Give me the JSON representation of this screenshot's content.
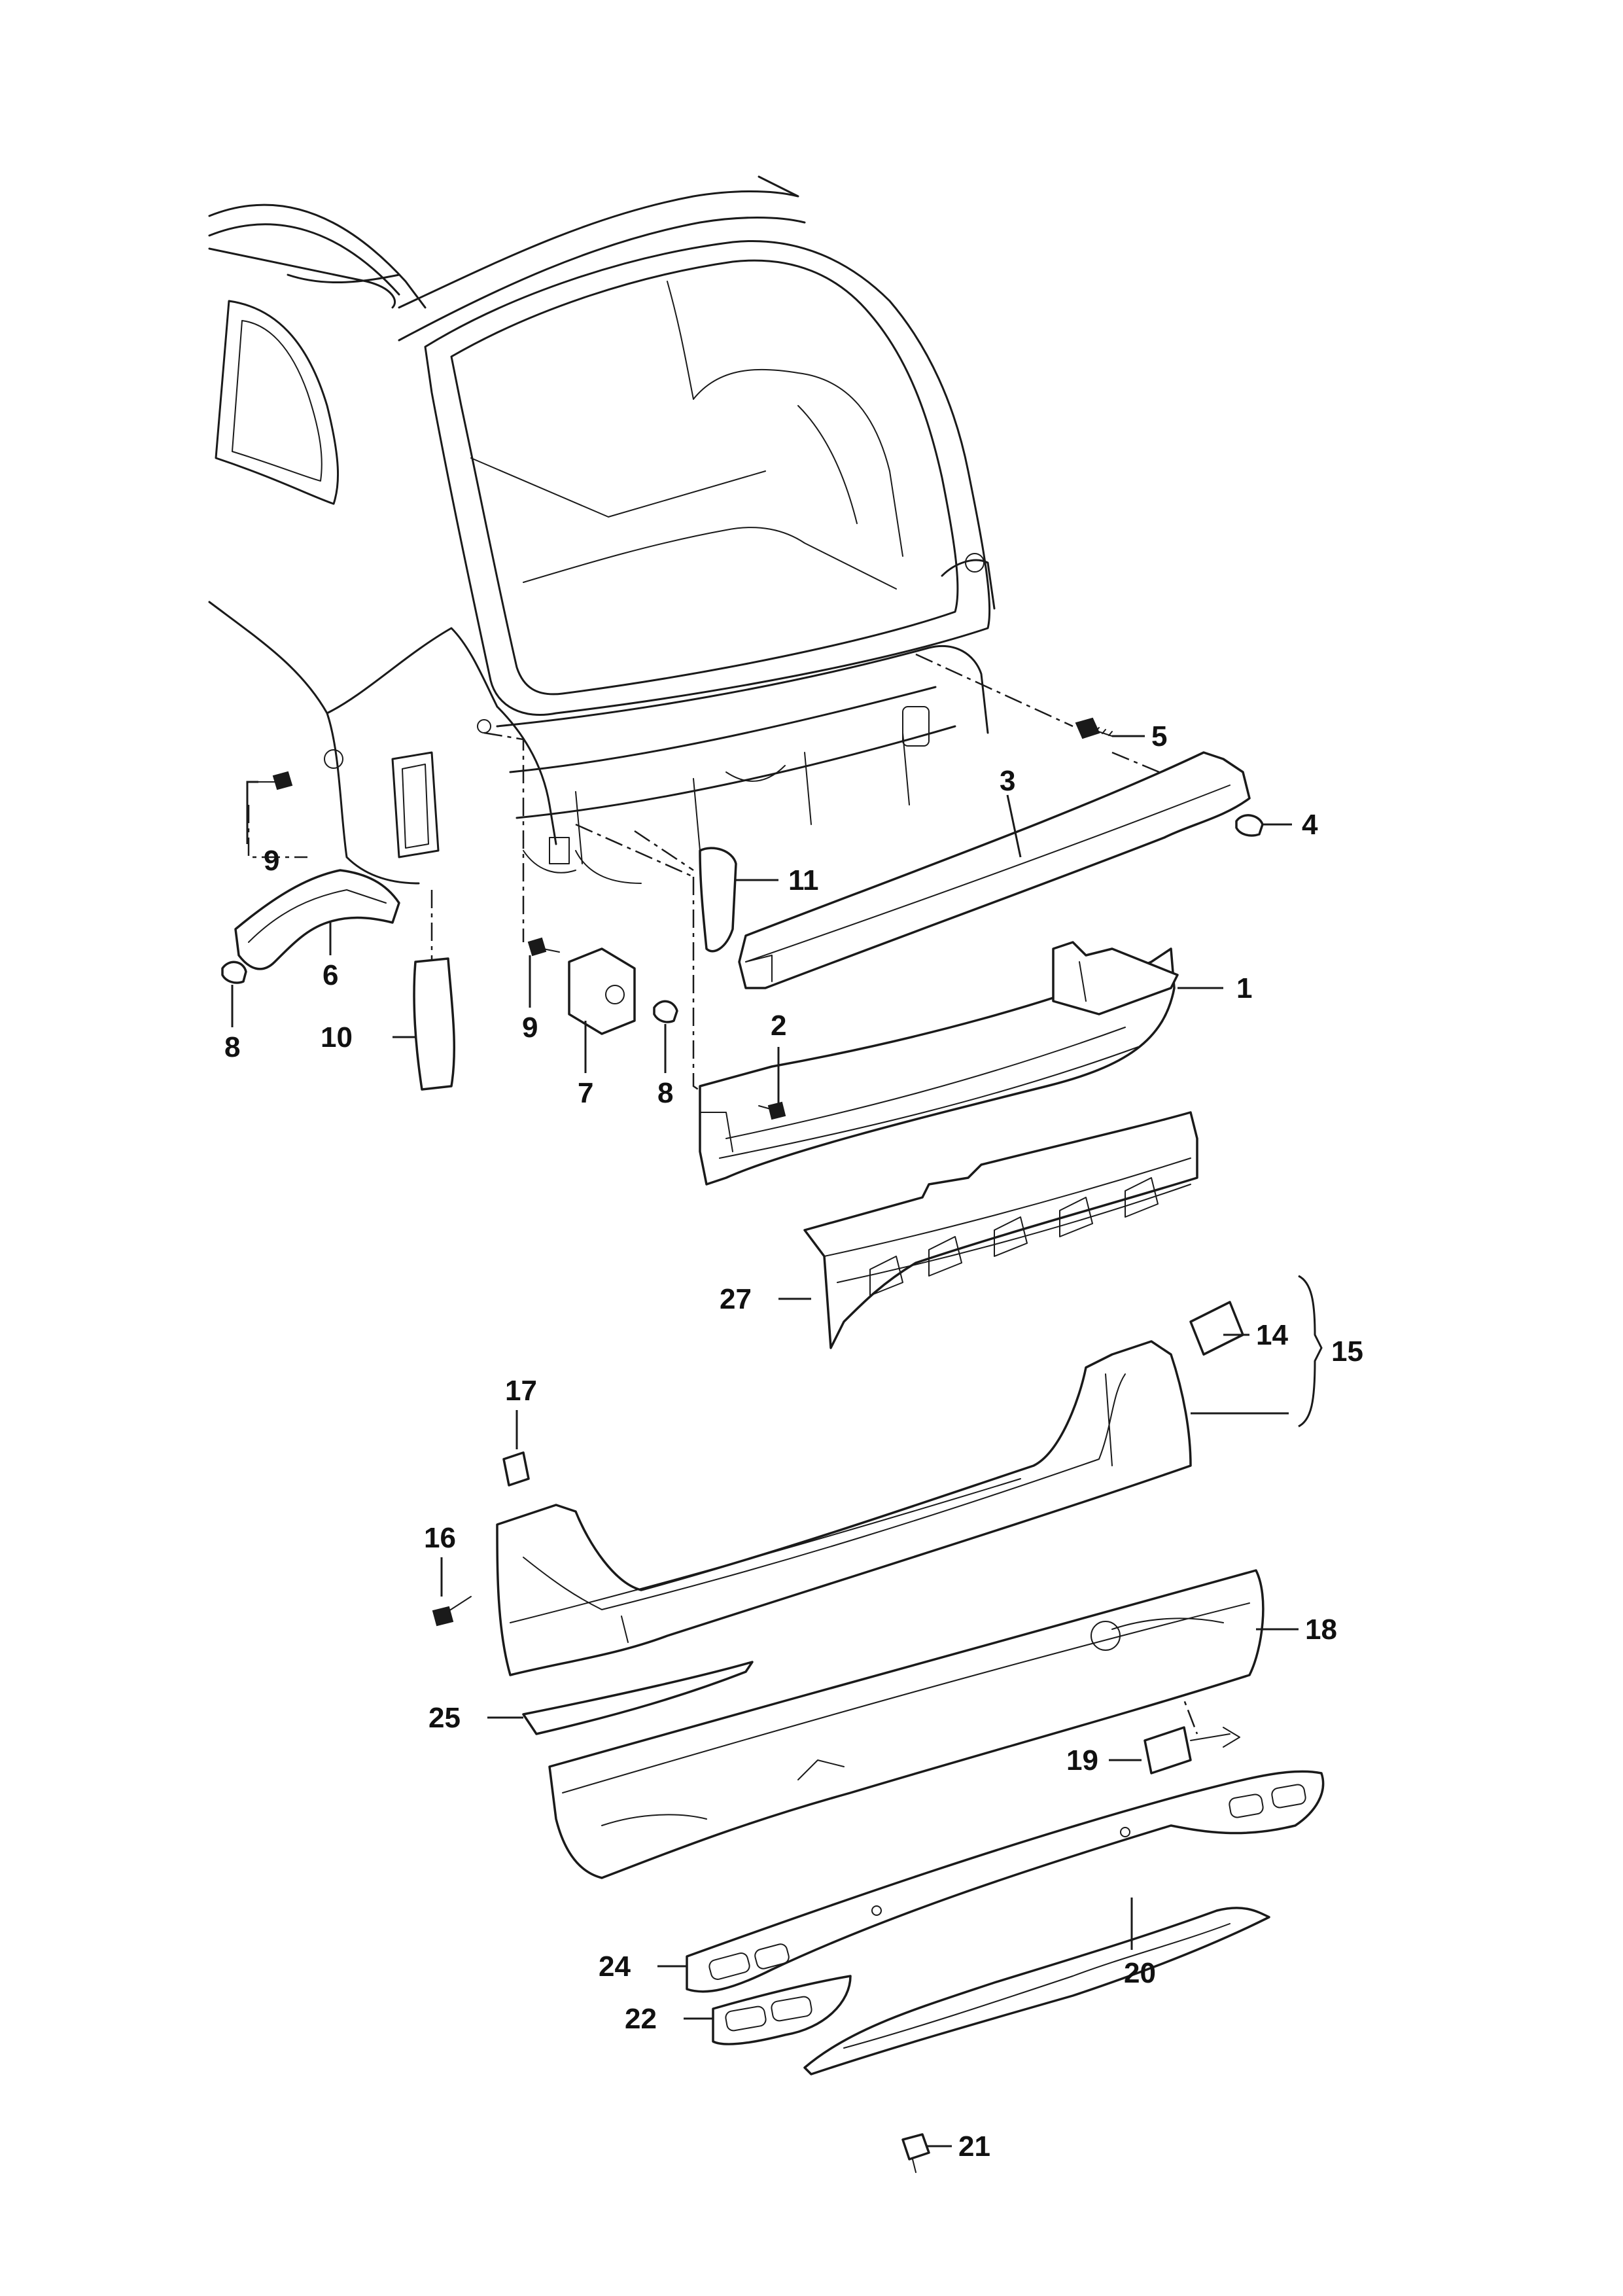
{
  "diagram": {
    "callouts": [
      {
        "id": "c1",
        "label": "1"
      },
      {
        "id": "c2",
        "label": "2"
      },
      {
        "id": "c3",
        "label": "3"
      },
      {
        "id": "c4",
        "label": "4"
      },
      {
        "id": "c5",
        "label": "5"
      },
      {
        "id": "c6",
        "label": "6"
      },
      {
        "id": "c7",
        "label": "7"
      },
      {
        "id": "c8a",
        "label": "8"
      },
      {
        "id": "c8b",
        "label": "8"
      },
      {
        "id": "c9a",
        "label": "9"
      },
      {
        "id": "c9b",
        "label": "9"
      },
      {
        "id": "c10",
        "label": "10"
      },
      {
        "id": "c11",
        "label": "11"
      },
      {
        "id": "c14",
        "label": "14"
      },
      {
        "id": "c15",
        "label": "15"
      },
      {
        "id": "c16",
        "label": "16"
      },
      {
        "id": "c17",
        "label": "17"
      },
      {
        "id": "c18",
        "label": "18"
      },
      {
        "id": "c19",
        "label": "19"
      },
      {
        "id": "c20",
        "label": "20"
      },
      {
        "id": "c21",
        "label": "21"
      },
      {
        "id": "c22",
        "label": "22"
      },
      {
        "id": "c24",
        "label": "24"
      },
      {
        "id": "c25",
        "label": "25"
      },
      {
        "id": "c27",
        "label": "27"
      }
    ]
  }
}
